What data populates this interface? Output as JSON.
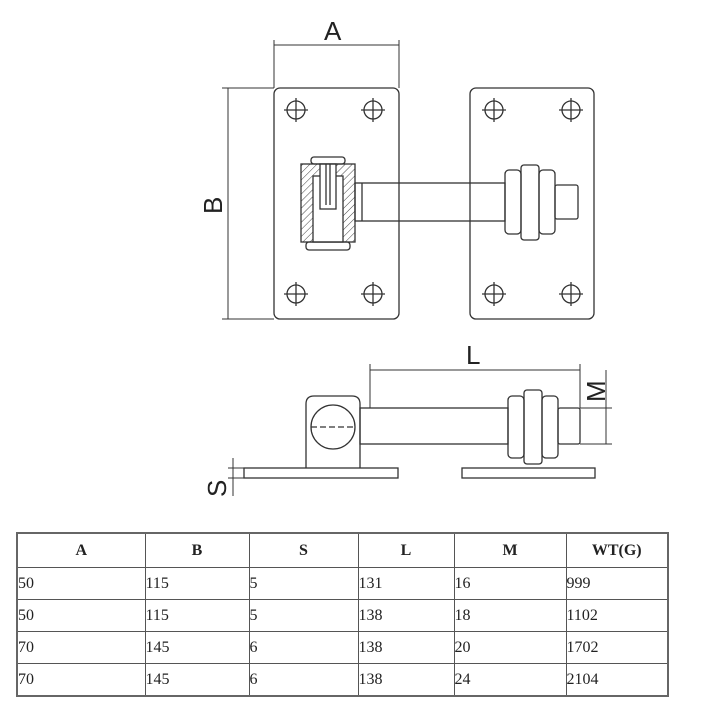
{
  "drawing": {
    "labels": {
      "A": "A",
      "B": "B",
      "L": "L",
      "M": "M",
      "S": "S"
    }
  },
  "table": {
    "headers": [
      "A",
      "B",
      "S",
      "L",
      "M",
      "WT(G)"
    ],
    "rows": [
      [
        "50",
        "115",
        "5",
        "131",
        "16",
        "999"
      ],
      [
        "50",
        "115",
        "5",
        "138",
        "18",
        "1102"
      ],
      [
        "70",
        "145",
        "6",
        "138",
        "20",
        "1702"
      ],
      [
        "70",
        "145",
        "6",
        "138",
        "24",
        "2104"
      ]
    ]
  }
}
